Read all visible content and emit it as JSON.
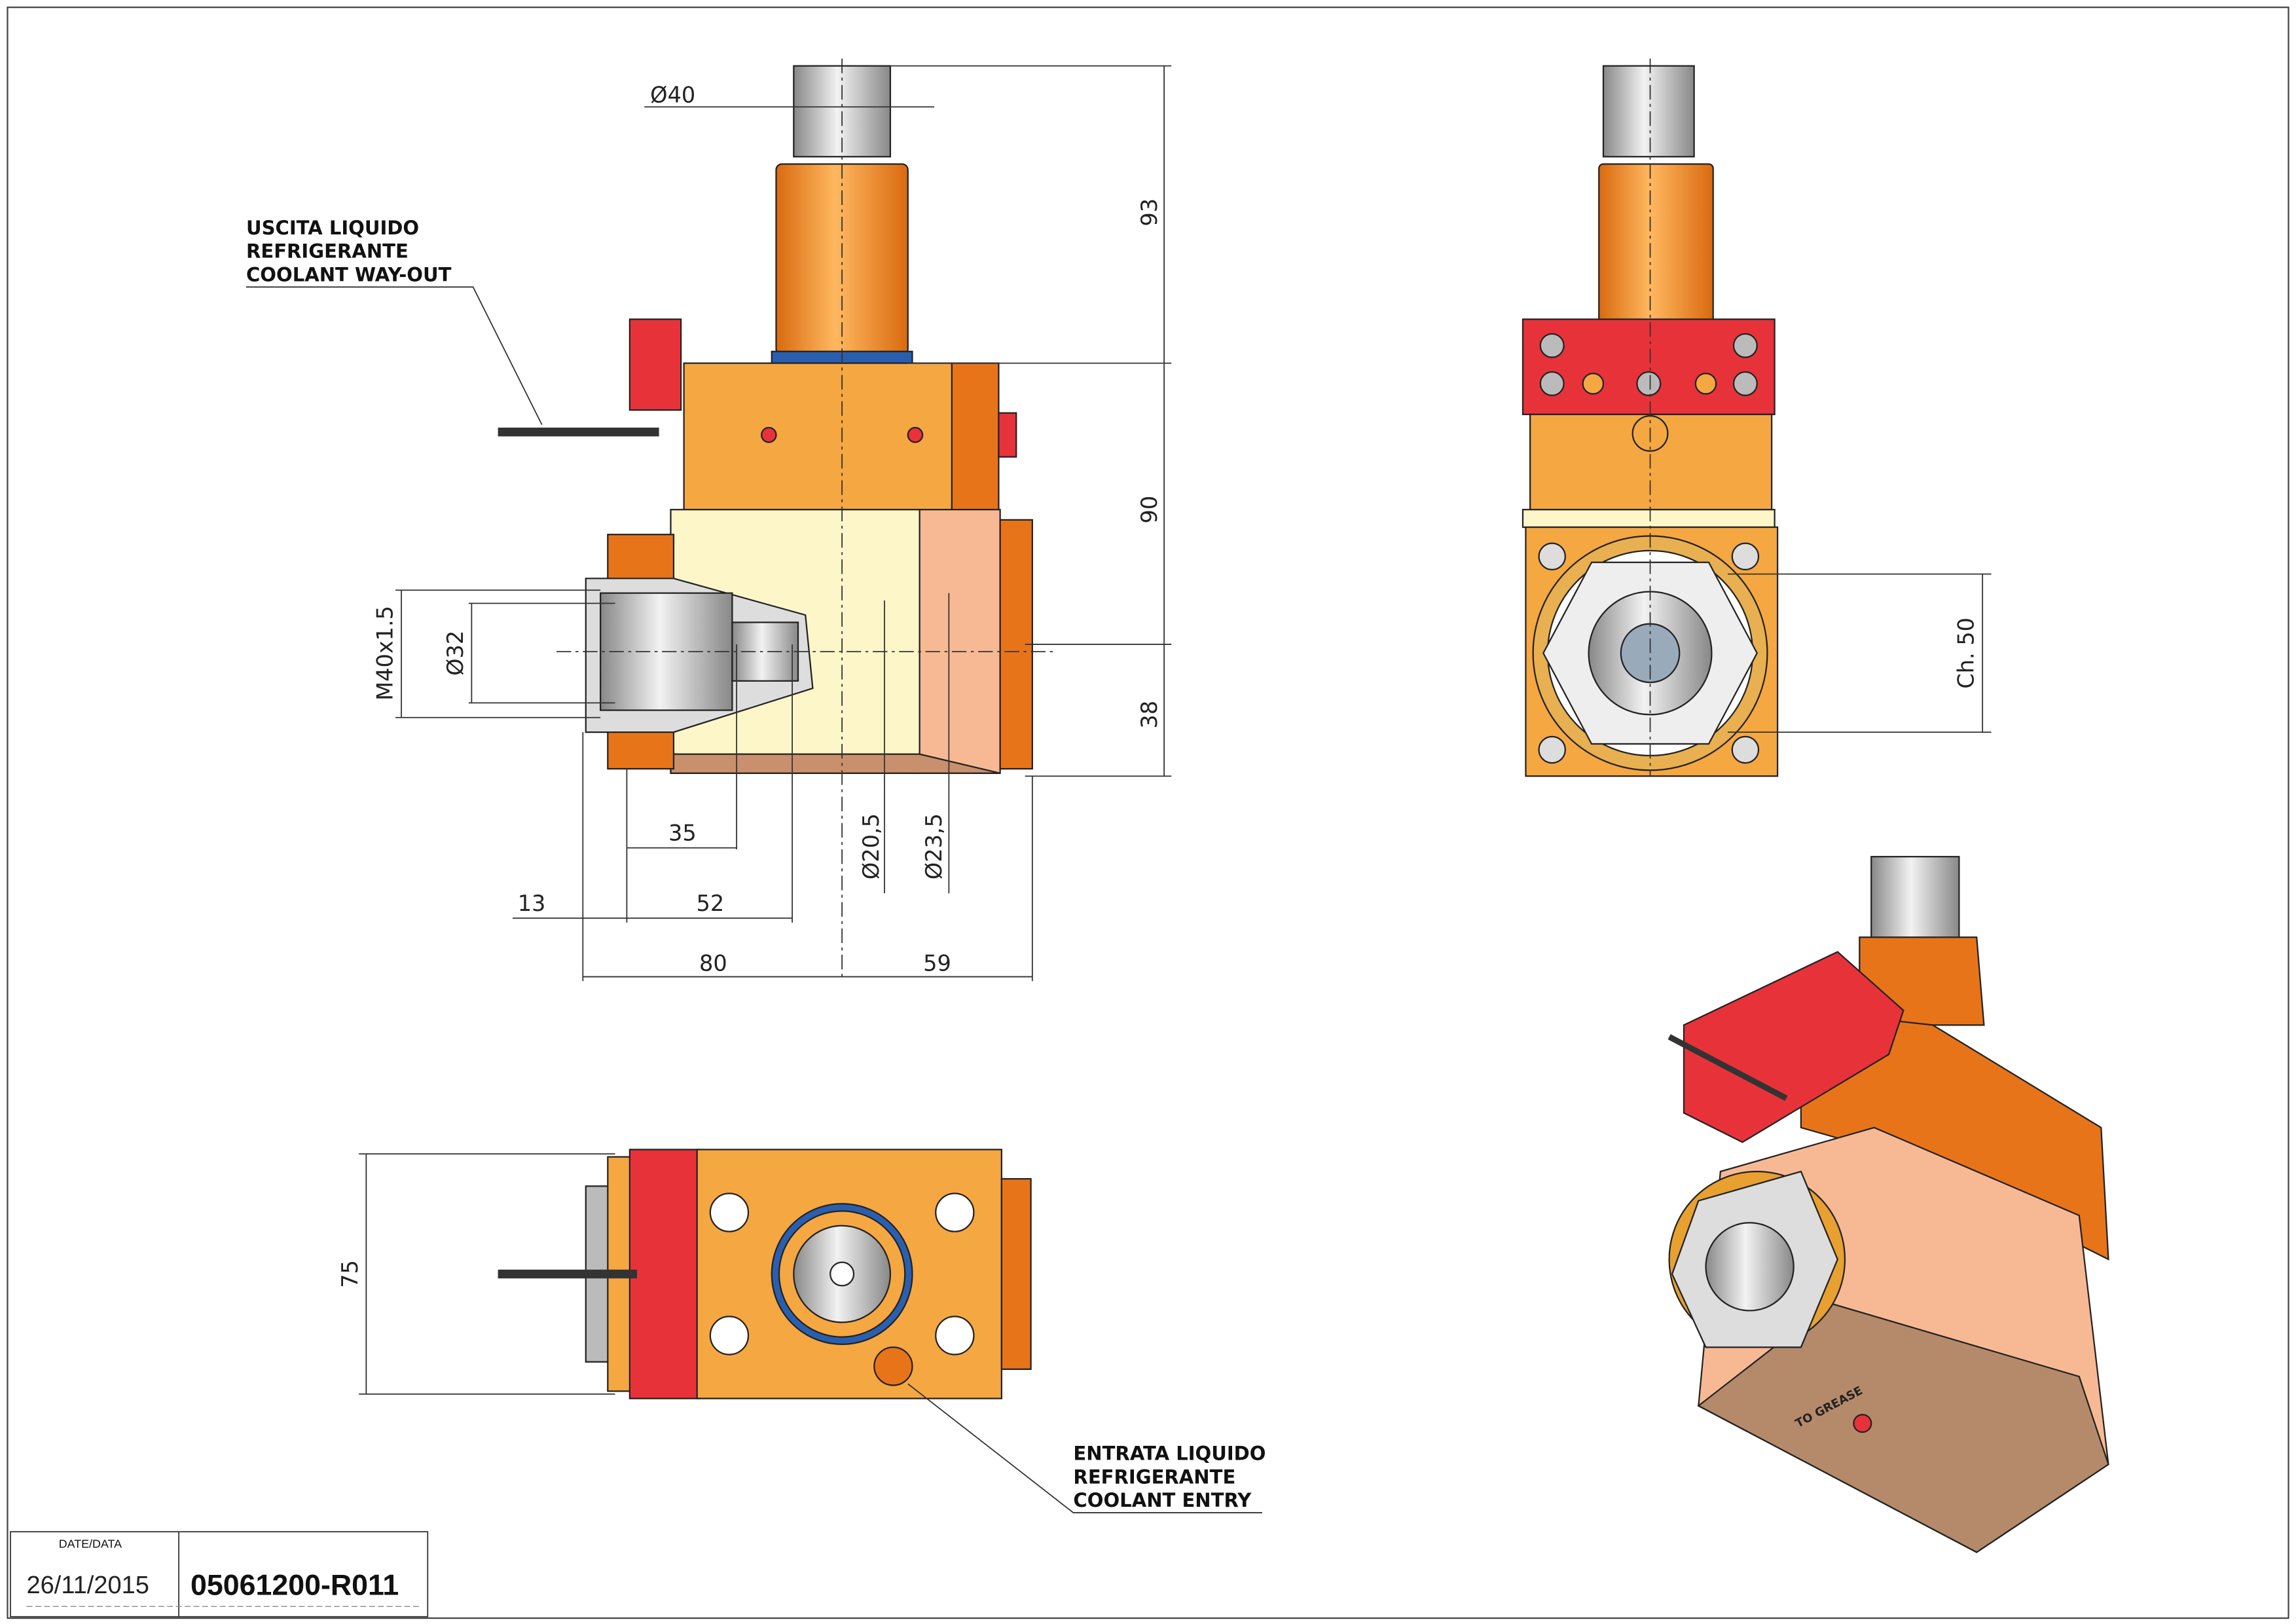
{
  "labels": {
    "coolant_out": [
      "USCITA LIQUIDO",
      "REFRIGERANTE",
      "COOLANT WAY-OUT"
    ],
    "coolant_in": [
      "ENTRATA LIQUIDO",
      "REFRIGERANTE",
      "COOLANT ENTRY"
    ],
    "grease": "TO GREASE"
  },
  "dimensions": {
    "d40": "Ø40",
    "h93": "93",
    "h90": "90",
    "h38": "38",
    "thread": "M40x1.5",
    "d32": "Ø32",
    "w35": "35",
    "w13": "13",
    "w52": "52",
    "w80": "80",
    "w59": "59",
    "d20_5": "Ø20,5",
    "d23_5": "Ø23,5",
    "ch50": "Ch. 50",
    "w75": "75"
  },
  "title_block": {
    "date_label": "DATE/DATA",
    "date": "26/11/2015",
    "code": "05061200-R011"
  },
  "colors": {
    "orange": "#f5a742",
    "dark_orange": "#e8741a",
    "red": "#e8323a",
    "cream": "#fdf6c8",
    "salmon": "#f7b994",
    "steel": "#c8c8c8"
  }
}
